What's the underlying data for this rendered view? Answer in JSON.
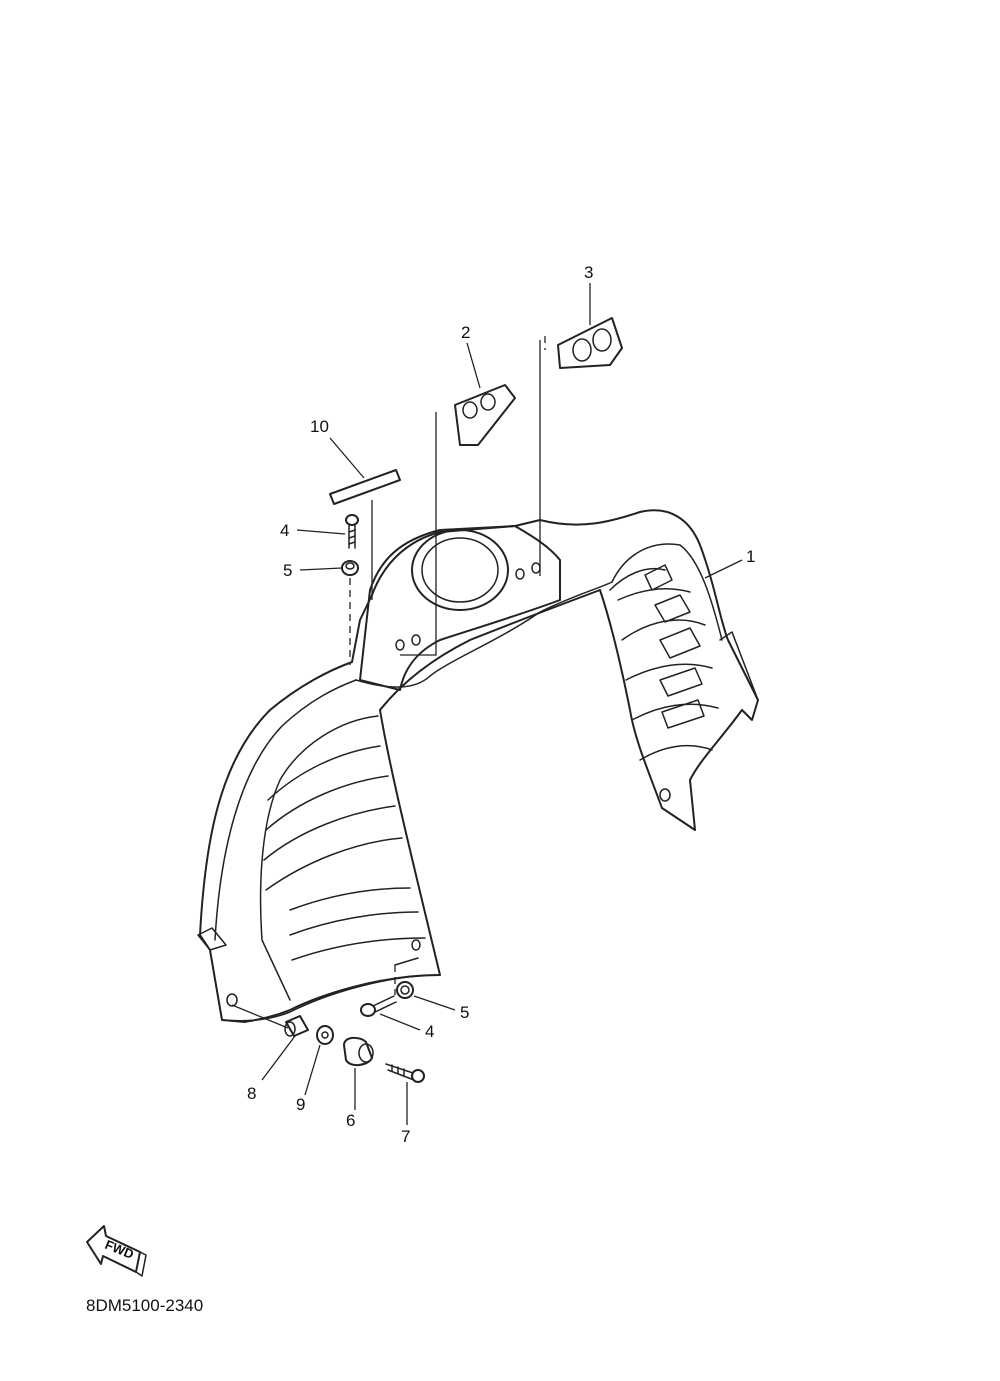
{
  "diagram": {
    "callouts": [
      {
        "id": "1",
        "label": "1"
      },
      {
        "id": "2",
        "label": "2"
      },
      {
        "id": "3",
        "label": "3"
      },
      {
        "id": "4a",
        "label": "4"
      },
      {
        "id": "4b",
        "label": "4"
      },
      {
        "id": "5a",
        "label": "5"
      },
      {
        "id": "5b",
        "label": "5"
      },
      {
        "id": "6",
        "label": "6"
      },
      {
        "id": "7",
        "label": "7"
      },
      {
        "id": "8",
        "label": "8"
      },
      {
        "id": "9",
        "label": "9"
      },
      {
        "id": "10",
        "label": "10"
      }
    ],
    "fwd_label": "FWD",
    "drawing_code": "8DM5100-2340"
  }
}
